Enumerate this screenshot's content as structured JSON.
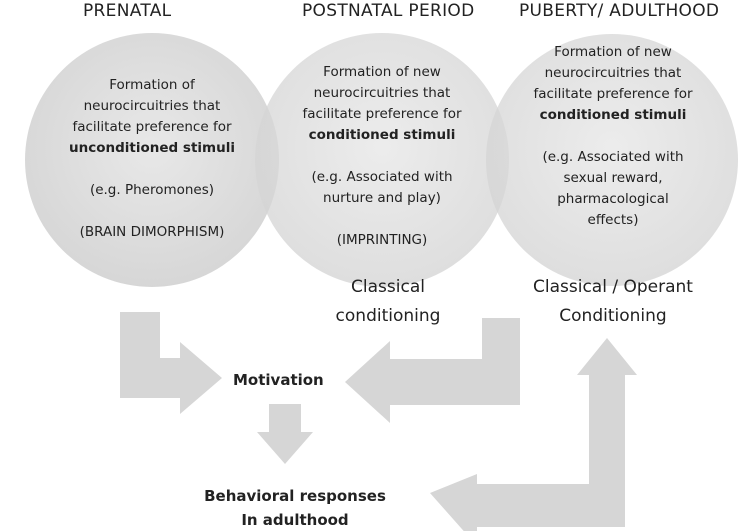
{
  "stages": [
    {
      "title": "PRENATAL",
      "lines": [
        "Formation of",
        "neurocircuitries that",
        "facilitate preference for"
      ],
      "bold_line": "unconditioned stimuli",
      "example": "(e.g. Pheromones)",
      "note": "(BRAIN DIMORPHISM)"
    },
    {
      "title": "POSTNATAL PERIOD",
      "lines": [
        "Formation of new",
        "neurocircuitries that",
        "facilitate preference for"
      ],
      "bold_line": "conditioned stimuli",
      "example_lines": [
        "(e.g. Associated with",
        "nurture and play)"
      ],
      "note": "(IMPRINTING)",
      "conditioning": [
        "Classical",
        "conditioning"
      ]
    },
    {
      "title": "PUBERTY/ ADULTHOOD",
      "lines": [
        "Formation of new",
        "neurocircuitries that",
        "facilitate preference for"
      ],
      "bold_line": "conditioned stimuli",
      "example_lines": [
        "(e.g. Associated with",
        "sexual reward,",
        "pharmacological",
        "effects)"
      ],
      "conditioning": [
        "Classical / Operant",
        "Conditioning"
      ]
    }
  ],
  "motivation": "Motivation",
  "behavior": [
    "Behavioral responses",
    "In adulthood"
  ],
  "colors": {
    "circle_fill": "#d9d9d9",
    "circle_edge": "#cfcfcf",
    "arrow_fill": "#d6d6d6"
  }
}
